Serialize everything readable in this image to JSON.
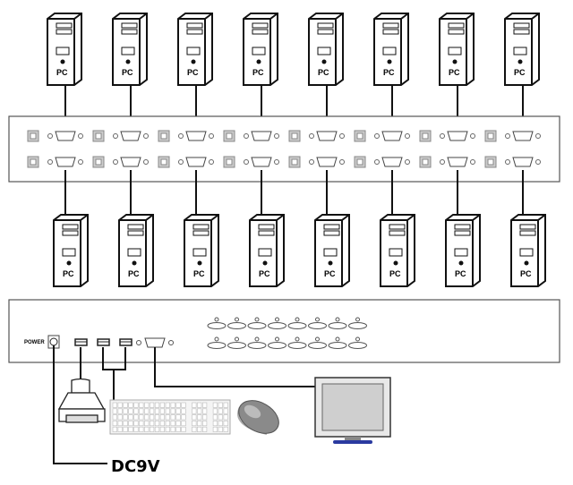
{
  "pc_label": "PC",
  "top_pcs": 8,
  "bottom_pcs": 8,
  "console_panel": {
    "power_label": "POWER",
    "usb_ports": 3,
    "led_columns": 8,
    "led_rows": 2
  },
  "power_supply_label": "DC9V",
  "colors": {
    "line": "#111111",
    "panel": "#ffffff",
    "port": "#999999",
    "monitor": "#d8d8d8",
    "mouse": "#8a8a8a"
  }
}
